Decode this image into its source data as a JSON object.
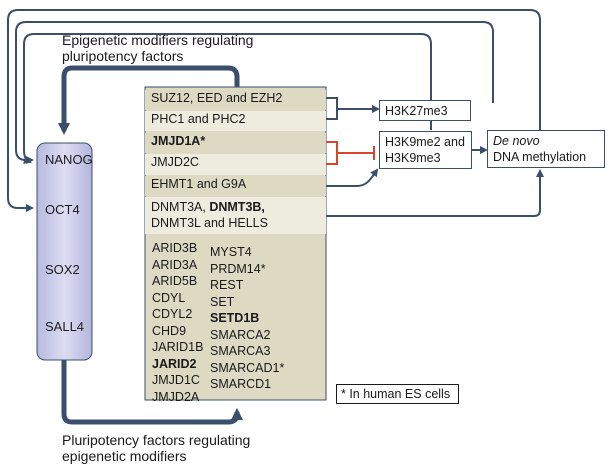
{
  "captions": {
    "top_line1": "Epigenetic modifiers regulating",
    "top_line2": "pluripotency factors",
    "bottom_line1": "Pluripotency factors regulating",
    "bottom_line2": "epigenetic modifiers"
  },
  "pluripotency_factors": [
    "NANOG",
    "OCT4",
    "SOX2",
    "SALL4"
  ],
  "modifier_groups": {
    "polycomb_1": "SUZ12, EED and EZH2",
    "polycomb_2": "PHC1 and PHC2",
    "jmjd1a": "JMJD1A*",
    "jmjd2c": "JMJD2C",
    "ehmt": "EHMT1 and G9A",
    "dnmt_line1_a": "DNMT3A, ",
    "dnmt_line1_b": "DNMT3B,",
    "dnmt_line2": "DNMT3L and HELLS"
  },
  "other_modifiers_left": [
    "ARID3B",
    "ARID3A",
    "ARID5B",
    "CDYL",
    "CDYL2",
    "CHD9",
    "JARID1B",
    "JARID2",
    "JMJD1C",
    "JMJD2A"
  ],
  "other_modifiers_right": [
    "MYST4",
    "PRDM14*",
    "REST",
    "SET",
    "SETD1B",
    "SMARCA2",
    "SMARCA3",
    "SMARCAD1*",
    "SMARCD1"
  ],
  "targets": {
    "h3k27": "H3K27me3",
    "h3k9_line1": "H3K9me2 and",
    "h3k9_line2": "H3K9me3",
    "denovo_line1": "De novo",
    "denovo_line2": "DNA methylation"
  },
  "footnote": "* In human ES cells",
  "colors": {
    "arrow": "#3b4e6c",
    "inhibit": "#d9472b",
    "panel": "#ddd9c3",
    "factor_fill": "#c6c8e6"
  }
}
